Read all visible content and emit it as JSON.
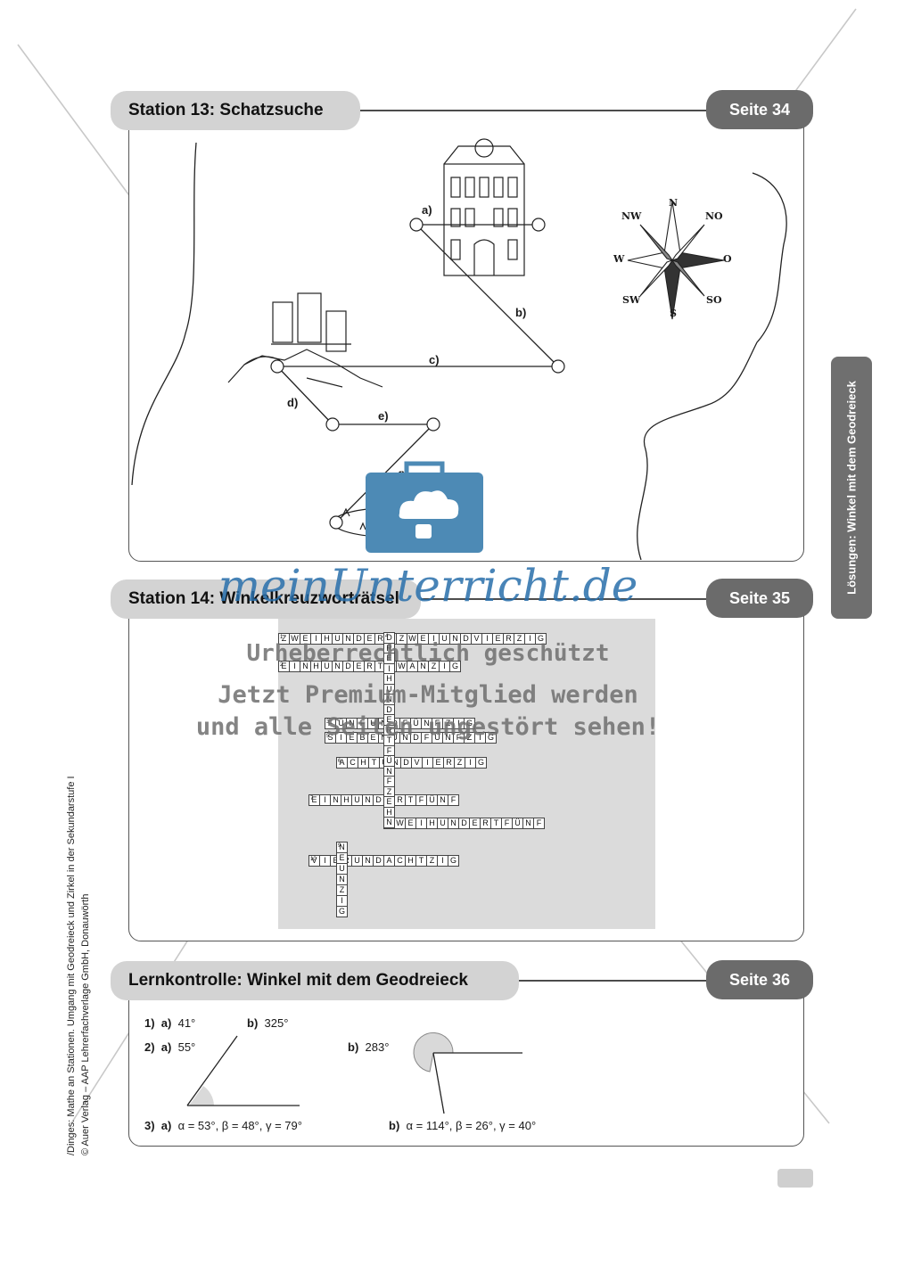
{
  "sections": {
    "s13": {
      "title": "Station 13: Schatzsuche",
      "page": "Seite 34"
    },
    "s14": {
      "title": "Station 14: Winkelkreuzworträtsel",
      "page": "Seite 35"
    },
    "lk": {
      "title": "Lernkontrolle: Winkel mit dem Geodreieck",
      "page": "Seite 36"
    }
  },
  "side_tab": "Lösungen: Winkel mit dem Geodreieck",
  "credit": {
    "line1": "/Dinges: Mathe an Stationen. Umgang mit Geodreieck und Zirkel in der Sekundarstufe I",
    "line2": "© Auer Verlag – AAP Lehrerfachverlage GmbH, Donauwörth"
  },
  "map": {
    "labels": {
      "a": "a)",
      "b": "b)",
      "c": "c)",
      "d": "d)",
      "e": "e)",
      "f": "f)"
    },
    "compass": {
      "n": "N",
      "s": "S",
      "w": "W",
      "o": "O",
      "nw": "NW",
      "no": "NO",
      "sw": "SW",
      "so": "SO"
    }
  },
  "crossword": {
    "rows": [
      {
        "num": "1",
        "text": "ZWEIHUNDERTZWEIUNDVIERZIG"
      },
      {
        "num": "2",
        "text": "EINHUNDERTZWANZIG"
      },
      {
        "num": "3",
        "text": "FÜNFUNDFÜNFZIG"
      },
      {
        "num": "5",
        "text": "SIEBENUNDFÜNFZIG"
      },
      {
        "num": "6",
        "text": "ACHTUNDVIERZIG"
      },
      {
        "num": "7",
        "text": "EINHUNDERTFÜNF"
      },
      {
        "num": "8",
        "text": "ZWEIHUNDERTFÜNF"
      },
      {
        "num": "10",
        "text": "VIERUNDACHTZIG"
      }
    ],
    "down": [
      {
        "num": "4",
        "text": "DREIHUNDERTFÜNFZEHN"
      },
      {
        "num": "9",
        "text": "NEUNZIG"
      }
    ]
  },
  "watermark": {
    "brand": "meinUnterricht.de",
    "line1": "Urheberrechtlich geschützt",
    "line2": "Jetzt Premium-Mitglied werden",
    "line3": "und alle Seiten ungestört sehen!"
  },
  "answers": {
    "q1": {
      "n": "1)",
      "a": "a)",
      "a_val": "41°",
      "b": "b)",
      "b_val": "325°"
    },
    "q2": {
      "n": "2)",
      "a": "a)",
      "a_val": "55°",
      "b": "b)",
      "b_val": "283°"
    },
    "q3": {
      "n": "3)",
      "a": "a)",
      "a_val": "α = 53°, β = 48°, γ = 79°",
      "b": "b)",
      "b_val": "α = 114°, β = 26°, γ = 40°"
    }
  }
}
